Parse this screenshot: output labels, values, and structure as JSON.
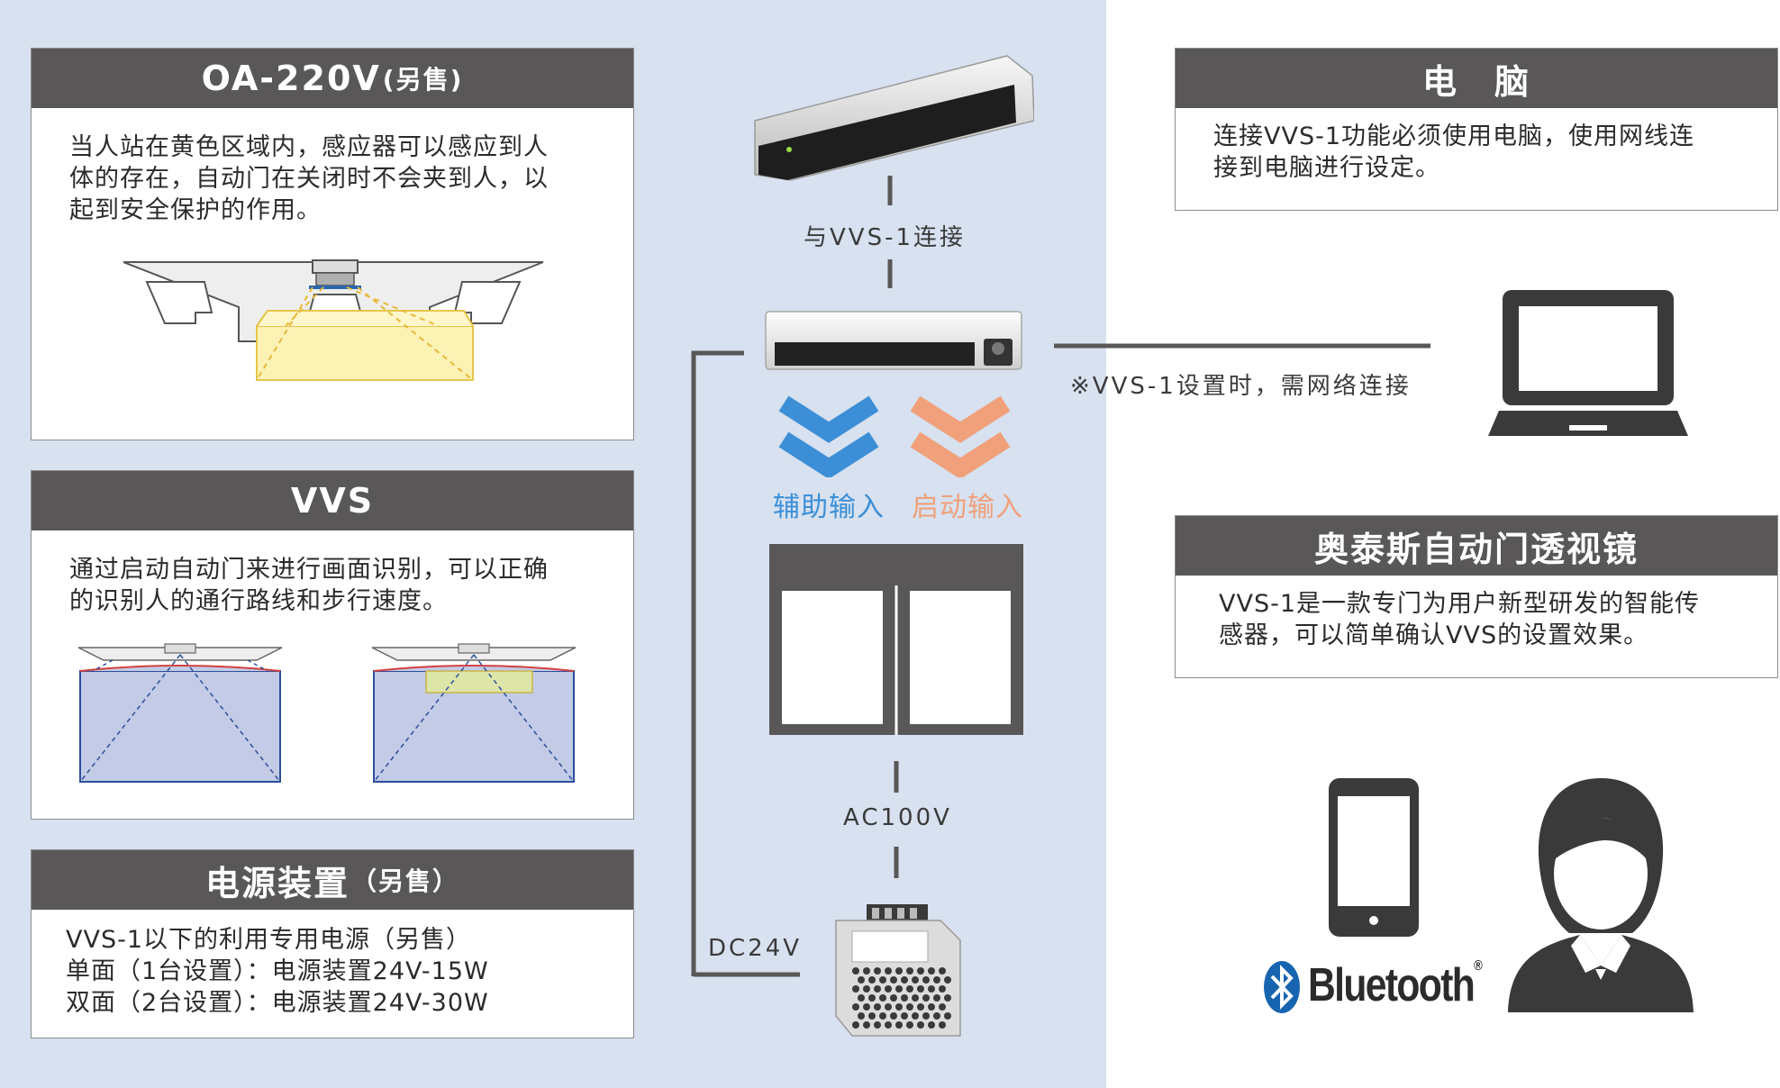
{
  "oa": {
    "title": "OA-220V",
    "title_suffix": "(另售)",
    "body": "当人站在黄色区域内，感应器可以感应到人\n体的存在，自动门在关闭时不会夹到人，以\n起到安全保护的作用。"
  },
  "vvs": {
    "title": "VVS",
    "body": "通过启动自动门来进行画面识别，可以正确\n的识别人的通行路线和步行速度。"
  },
  "power": {
    "title": "电源装置",
    "title_suffix": "（另售）",
    "body": "VVS-1以下的利用专用电源（另售）\n单面（1台设置）：电源装置24V-15W\n双面（2台设置）：电源装置24V-30W"
  },
  "pc": {
    "title": "电　脑",
    "body": "连接VVS-1功能必须使用电脑，使用网线连\n接到电脑进行设定。"
  },
  "viewer": {
    "title": "奥泰斯自动门透视镜",
    "body": "VVS-1是一款专门为用户新型研发的智能传\n感器，可以简单确认VVS的设置效果。"
  },
  "labels": {
    "connect_vvs": "与VVS-1连接",
    "network_note": "※VVS-1设置时，需网络连接",
    "aux_input": "辅助输入",
    "start_input": "启动输入",
    "ac": "AC100V",
    "dc": "DC24V",
    "bluetooth": "Bluetooth",
    "registered": "®"
  },
  "colors": {
    "panel_bg": "#d7e1f0",
    "header_bg": "#595757",
    "aux_blue": "#3c8fd6",
    "start_orange": "#f0a07a",
    "bluetooth_blue": "#1764b0"
  }
}
